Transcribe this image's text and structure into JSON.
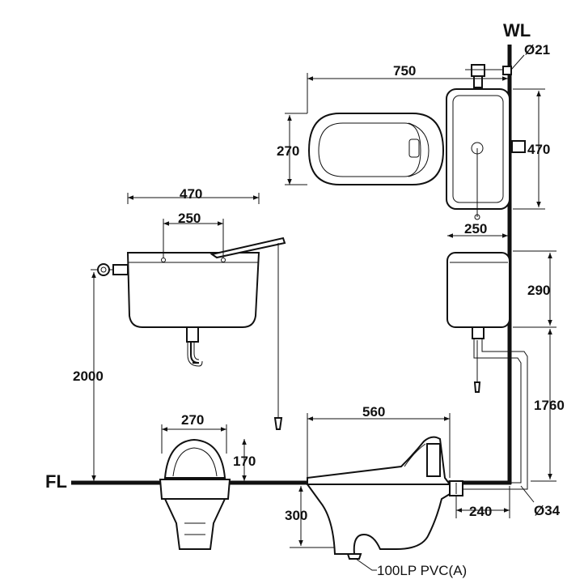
{
  "labels": {
    "wall_line": "WL",
    "floor_line": "FL",
    "pipe_dia_top": "Ø21",
    "pipe_dia_bottom": "Ø34",
    "drain_note": "100LP PVC(A)"
  },
  "dimensions": {
    "top_view_width": "750",
    "top_view_bowl_depth": "270",
    "top_view_tank_depth": "470",
    "high_tank_width": "470",
    "high_tank_inner": "250",
    "high_tank_height_from_floor": "2000",
    "low_tank_width": "250",
    "low_tank_height": "290",
    "low_tank_height_from_floor": "1760",
    "front_bowl_width": "270",
    "front_bowl_height": "170",
    "side_pan_length": "560",
    "below_floor_depth": "300",
    "outlet_offset": "240"
  }
}
